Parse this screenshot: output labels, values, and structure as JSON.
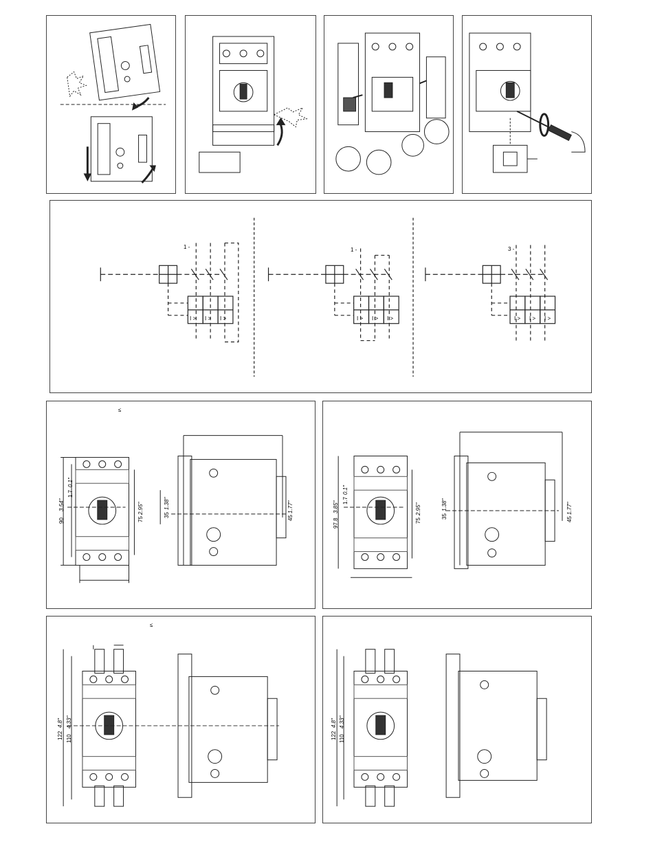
{
  "instructions": {
    "panels": [
      {
        "name": "mounting-rail-step",
        "icons": [
          "breaker-icon",
          "rail-clip-icon",
          "arrow-rotate-icon"
        ]
      },
      {
        "name": "terminal-cover-step",
        "icons": [
          "breaker-icon",
          "cover-hinge-icon",
          "arrow-up-icon"
        ]
      },
      {
        "name": "auxiliary-contact-step",
        "icons": [
          "breaker-icon",
          "aux-block-icon",
          "detail-zoom-icon"
        ]
      },
      {
        "name": "lock-handle-step",
        "icons": [
          "breaker-icon",
          "screwdriver-icon",
          "padlock-icon"
        ]
      }
    ]
  },
  "schematics": {
    "diagrams": [
      {
        "label": "1 -"
      },
      {
        "label": "1 -"
      },
      {
        "label": "3 -"
      }
    ],
    "relay_symbols": [
      "I >",
      "I >",
      "I >"
    ]
  },
  "dimensions": {
    "top_left": {
      "symbol": "≤",
      "height_mm": "90",
      "height_in": "3.54\"",
      "offset_mm": "1.7",
      "offset_in": "0.1\"",
      "inner_mm": "75",
      "inner_in": "2.95\"",
      "rail_mm": "35",
      "rail_in": "1.38\"",
      "side_mm": "45",
      "side_in": "1.77\""
    },
    "top_right": {
      "height_mm": "97.8",
      "height_in": "3.85\"",
      "offset_mm": "1.7",
      "offset_in": "0.1\"",
      "inner_mm": "75",
      "inner_in": "2.95\"",
      "rail_mm": "35",
      "rail_in": "1.38\"",
      "side_mm": "45",
      "side_in": "1.77\""
    },
    "bottom_left": {
      "symbol": "≤",
      "height_mm": "122",
      "height_in": "4.8\"",
      "inner_mm": "110",
      "inner_in": "4.33\""
    },
    "bottom_right": {
      "height_mm": "122",
      "height_in": "4.8\"",
      "inner_mm": "110",
      "inner_in": "4.33\""
    }
  }
}
